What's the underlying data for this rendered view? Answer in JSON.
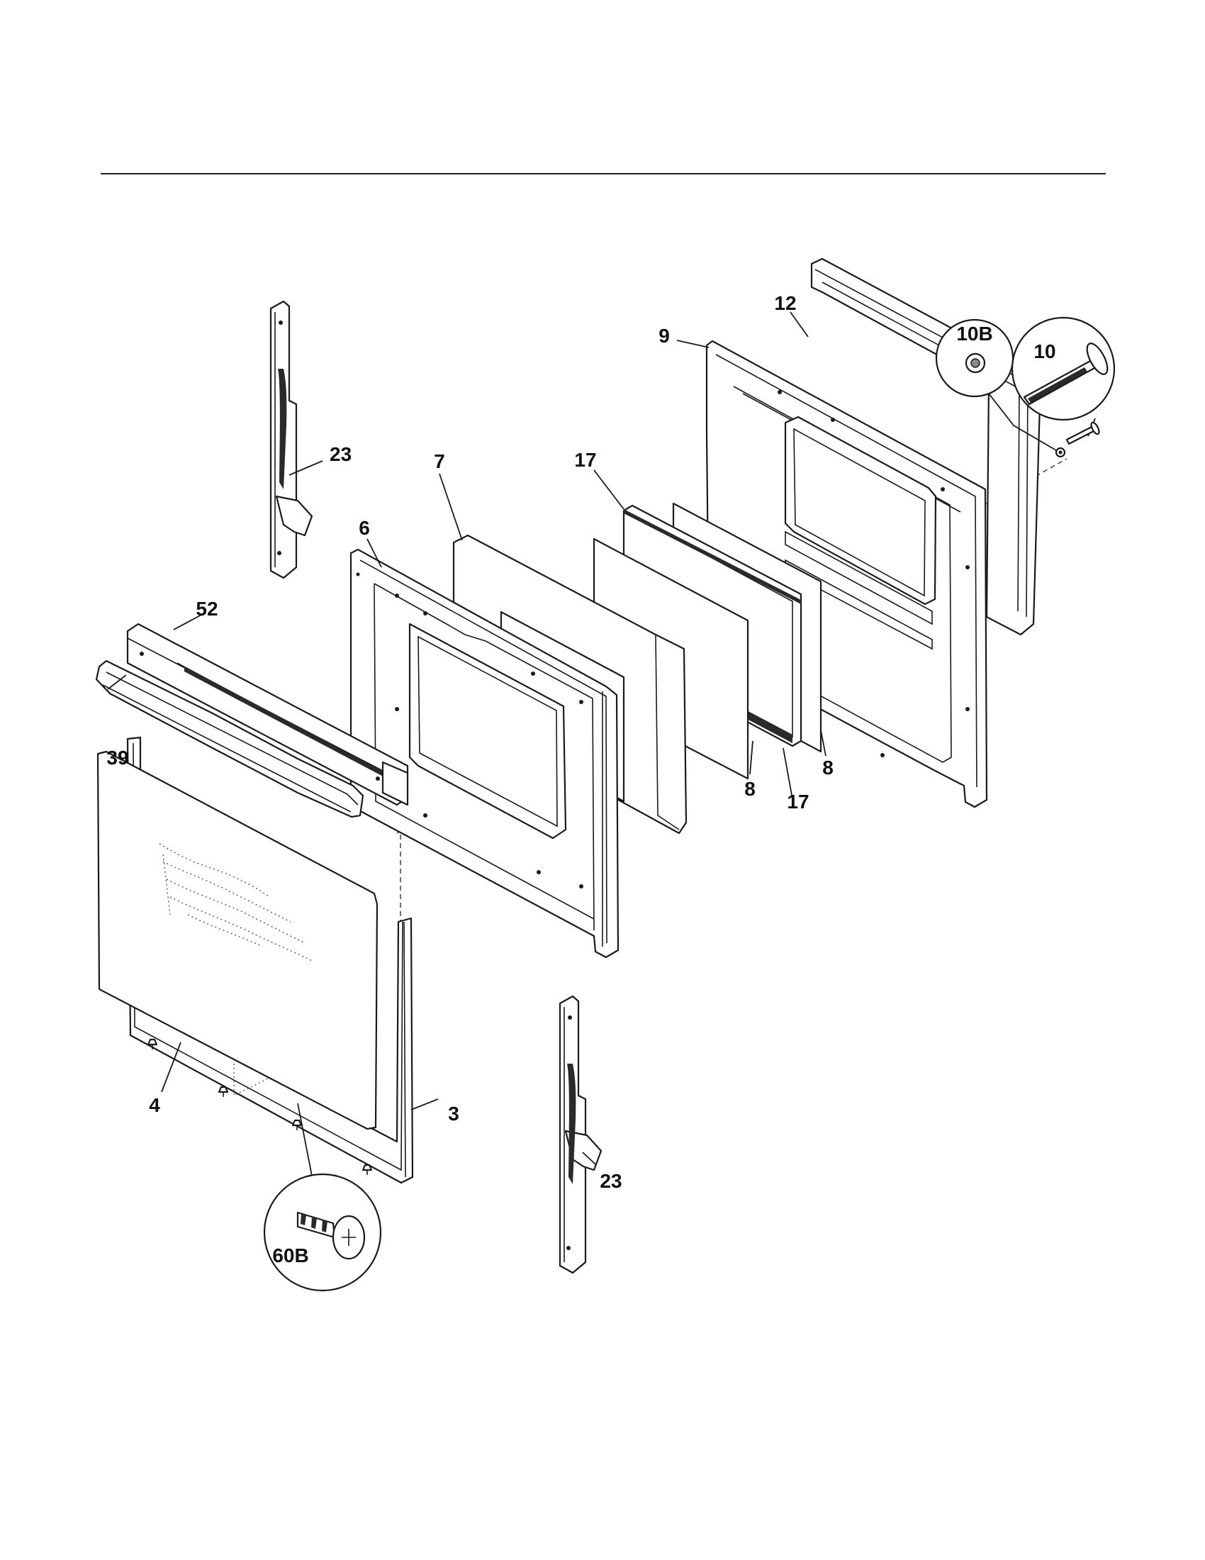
{
  "diagram": {
    "type": "exploded-parts-view",
    "callouts": {
      "c3": "3",
      "c4": "4",
      "c6": "6",
      "c7": "7",
      "c8a": "8",
      "c8b": "8",
      "c9": "9",
      "c10": "10",
      "c10b": "10B",
      "c12": "12",
      "c17a": "17",
      "c17b": "17",
      "c23a": "23",
      "c23b": "23",
      "c39": "39",
      "c52": "52",
      "c60b": "60B"
    }
  }
}
